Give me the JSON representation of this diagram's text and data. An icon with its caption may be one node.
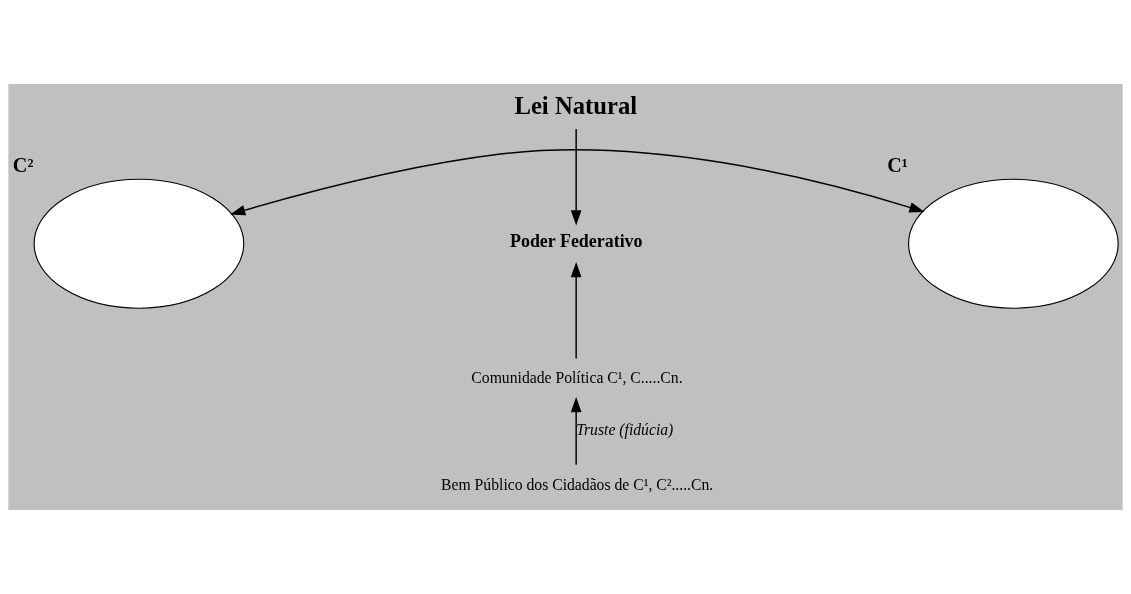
{
  "diagram": {
    "nodes": [
      {
        "text": [
          "Lei Natural"
        ]
      },
      {
        "text": [],
        "shape": "ellipse",
        "beside": [
          "C²"
        ]
      },
      {
        "text": [
          "Poder Federativo"
        ]
      },
      {
        "text": [],
        "shape": "ellipse",
        "beside": [
          "C¹"
        ]
      },
      {
        "text": [
          "Comunidade Política C¹, C.....Cn."
        ]
      },
      {
        "text": [
          "Bem Público dos Cidadãos de C¹, C².....Cn."
        ]
      }
    ],
    "edges": [
      {
        "from": 0,
        "to": 2,
        "arrow": "to"
      },
      {
        "from": 1,
        "to": 3,
        "arrow": "both"
      },
      {
        "from": 4,
        "to": 2,
        "arrow": "to"
      },
      {
        "from": 5,
        "to": 4,
        "arrow": "to",
        "label": "Truste (fidúcia)"
      }
    ]
  }
}
